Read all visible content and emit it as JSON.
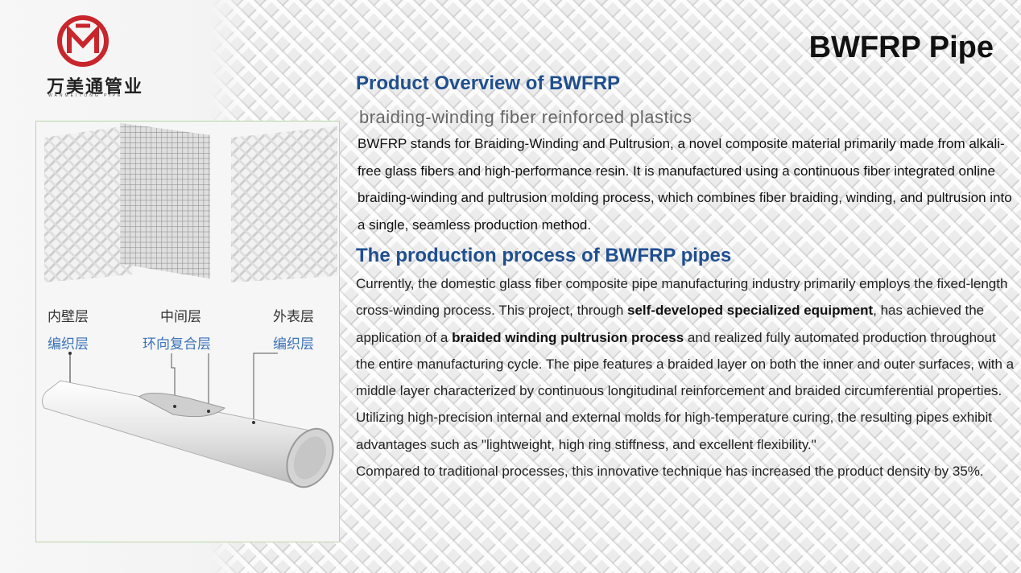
{
  "brand": {
    "name_cn": "万美通管业",
    "name_en": "WANMEITONG PIPE",
    "logo_color": "#c8262c"
  },
  "page_title": "BWFRP Pipe",
  "figure": {
    "labels_top": [
      "内壁层",
      "中间层",
      "外表层"
    ],
    "labels_bottom": [
      "编织层",
      "环向复合层",
      "编织层"
    ],
    "label_accent": "#3a72b8"
  },
  "overview": {
    "heading": "Product Overview of BWFRP",
    "subtitle": "braiding-winding fiber reinforced plastics",
    "paragraph": "BWFRP stands for Braiding-Winding and Pultrusion, a novel composite material primarily made from alkali-free glass fibers and high-performance resin. It is manufactured using a continuous fiber integrated online braiding-winding and pultrusion molding process, which combines fiber braiding, winding, and pultrusion into a single, seamless production method."
  },
  "process": {
    "heading": "The production process of BWFRP pipes",
    "p1_a": "Currently, the domestic glass fiber composite pipe manufacturing industry primarily employs the fixed-length cross-winding process. This project, through ",
    "p1_b1": "self-developed specialized equipment",
    "p1_c": ", has achieved the application of a ",
    "p1_b2": "braided winding pultrusion process",
    "p1_d": " and realized fully automated production throughout the entire manufacturing cycle. The pipe features a braided layer on both the inner and outer surfaces, with a middle layer characterized by continuous longitudinal reinforcement and braided circumferential properties. Utilizing high-precision internal and external molds for high-temperature curing, the resulting pipes exhibit advantages such as \"lightweight, high ring stiffness, and excellent flexibility.\"",
    "p2": "Compared to traditional processes, this innovative technique has increased the product density by 35%."
  },
  "colors": {
    "heading": "#1f4f8f"
  }
}
